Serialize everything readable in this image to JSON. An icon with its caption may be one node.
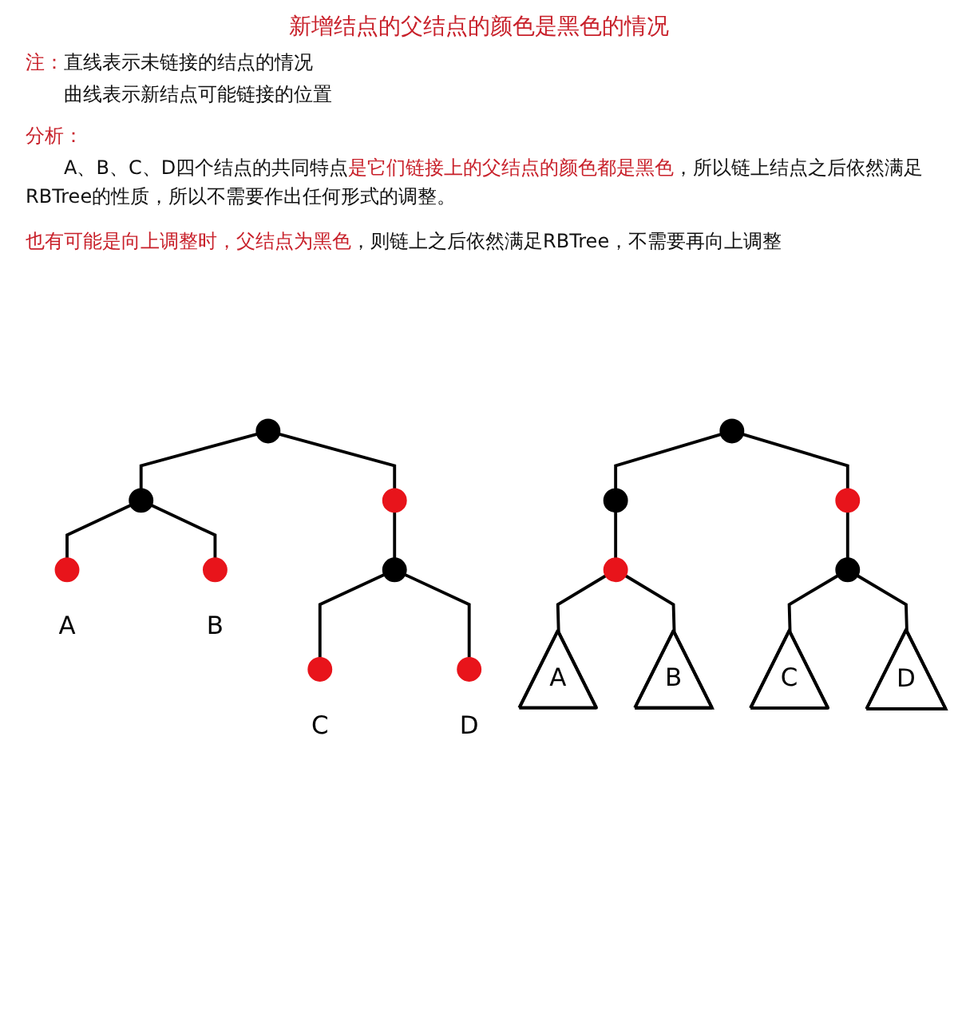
{
  "diagram": {
    "title": "新增结点的父结点的颜色是黑色的情况",
    "nodes": [
      {
        "text": [],
        "shape": "circle"
      },
      {
        "text": [],
        "shape": "circle"
      },
      {
        "text": [],
        "shape": "circle"
      },
      {
        "text": [],
        "shape": "circle",
        "beside": [
          "A"
        ]
      },
      {
        "text": [],
        "shape": "circle",
        "beside": [
          "B"
        ]
      },
      {
        "text": [],
        "shape": "circle"
      },
      {
        "text": [],
        "shape": "circle",
        "beside": [
          "C"
        ]
      },
      {
        "text": [],
        "shape": "circle",
        "beside": [
          "D"
        ]
      },
      {
        "text": [],
        "shape": "circle"
      },
      {
        "text": [],
        "shape": "circle"
      },
      {
        "text": [],
        "shape": "circle"
      },
      {
        "text": [],
        "shape": "circle"
      },
      {
        "text": [],
        "shape": "circle"
      },
      {
        "text": [
          "A"
        ]
      },
      {
        "text": [
          "B"
        ]
      },
      {
        "text": [
          "C"
        ]
      },
      {
        "text": [
          "D"
        ]
      }
    ],
    "edges": [
      {
        "from": 0,
        "to": 1,
        "arrow": "none"
      },
      {
        "from": 0,
        "to": 2,
        "arrow": "none"
      },
      {
        "from": 1,
        "to": 3,
        "arrow": "none"
      },
      {
        "from": 1,
        "to": 4,
        "arrow": "none"
      },
      {
        "from": 2,
        "to": 5,
        "arrow": "none"
      },
      {
        "from": 5,
        "to": 6,
        "arrow": "none"
      },
      {
        "from": 5,
        "to": 7,
        "arrow": "none"
      },
      {
        "from": 8,
        "to": 9,
        "arrow": "none"
      },
      {
        "from": 8,
        "to": 10,
        "arrow": "none"
      },
      {
        "from": 9,
        "to": 11,
        "arrow": "none"
      },
      {
        "from": 10,
        "to": 12,
        "arrow": "none"
      },
      {
        "from": 11,
        "to": 13,
        "arrow": "none"
      },
      {
        "from": 11,
        "to": 14,
        "arrow": "none"
      },
      {
        "from": 12,
        "to": 15,
        "arrow": "none"
      },
      {
        "from": 12,
        "to": 16,
        "arrow": "none"
      }
    ],
    "labels": [
      "注：",
      "直线表示未链接的结点的情况",
      "曲线表示新结点可能链接的位置",
      "分析：",
      "A、B、C、D四个结点的共同特点",
      "是它们链接上的父结点的颜色都是黑色",
      "，所以链上结点之后依然满足RBTree的性质，所以不需要作出任何形式的调整。",
      "也有可能是向上调整时，父结点为黑色",
      "，则链上之后依然满足RBTree，不需要再向上调整"
    ]
  }
}
